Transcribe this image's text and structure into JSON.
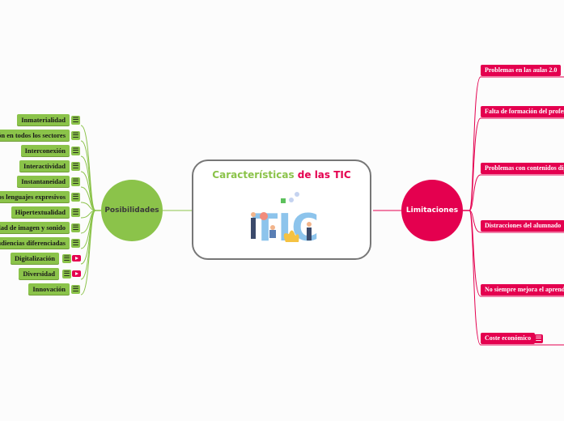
{
  "central": {
    "title_part1": "Características",
    "title_part2": "de las TIC",
    "image_text": "TIC",
    "color1": "#8bc34a",
    "color2": "#e4004f"
  },
  "left": {
    "label": "Posibilidades",
    "items": [
      {
        "label": "Inmaterialidad",
        "youtube": false
      },
      {
        "label": "ción en todos los sectores",
        "youtube": false
      },
      {
        "label": "Interconexión",
        "youtube": false
      },
      {
        "label": "Interactividad",
        "youtube": false
      },
      {
        "label": "Instantaneidad",
        "youtube": false
      },
      {
        "label": "evos lenguajes expresivos",
        "youtube": false
      },
      {
        "label": "Hipertextualidad",
        "youtube": false
      },
      {
        "label": "lidad de imagen y sonido",
        "youtube": false
      },
      {
        "label": "Audiencias diferenciadas",
        "youtube": false
      },
      {
        "label": "Digitalización",
        "youtube": true
      },
      {
        "label": "Diversidad",
        "youtube": true
      },
      {
        "label": "Innovación",
        "youtube": false
      }
    ]
  },
  "right": {
    "label": "Limitaciones",
    "items": [
      {
        "label": "Problemas en las aulas 2.0",
        "note": false
      },
      {
        "label": "Falta de formación del profeso",
        "note": false
      },
      {
        "label": "Problemas con contenidos digi",
        "note": false
      },
      {
        "label": "Distracciones del alumnado",
        "note": false
      },
      {
        "label": "No siempre mejora el aprendiz",
        "note": false
      },
      {
        "label": "Coste económico",
        "note": true
      }
    ]
  },
  "icons": {
    "note": "☰"
  }
}
